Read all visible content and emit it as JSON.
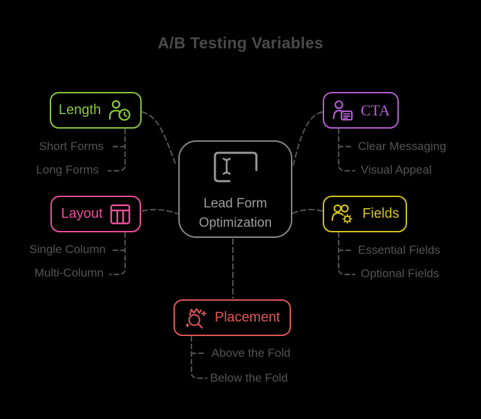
{
  "title": "A/B Testing Variables",
  "center": {
    "title_line1": "Lead Form",
    "title_line2": "Optimization",
    "icon": "text-input-icon",
    "border_color": "#8a8a8a",
    "text_color": "#9e9e9e"
  },
  "branches": [
    {
      "label": "Length",
      "icon": "user-clock-icon",
      "color": "#8CC63F",
      "children": [
        "Short Forms",
        "Long Forms"
      ]
    },
    {
      "label": "CTA",
      "icon": "user-note-icon",
      "color": "#B55FD3",
      "children": [
        "Clear Messaging",
        "Visual Appeal"
      ]
    },
    {
      "label": "Layout",
      "icon": "table-columns-icon",
      "color": "#ED4E9C",
      "children": [
        "Single Column",
        "Multi-Column"
      ]
    },
    {
      "label": "Fields",
      "icon": "users-gear-icon",
      "color": "#D6C31C",
      "children": [
        "Essential Fields",
        "Optional Fields"
      ]
    },
    {
      "label": "Placement",
      "icon": "search-sparkles-icon",
      "color": "#E25756",
      "children": [
        "Above the Fold",
        "Below the Fold"
      ]
    }
  ],
  "connector_color": "#4f4f4f",
  "background_color": "#000000",
  "title_color": "#4a4a4a",
  "child_label_color": "#545454"
}
